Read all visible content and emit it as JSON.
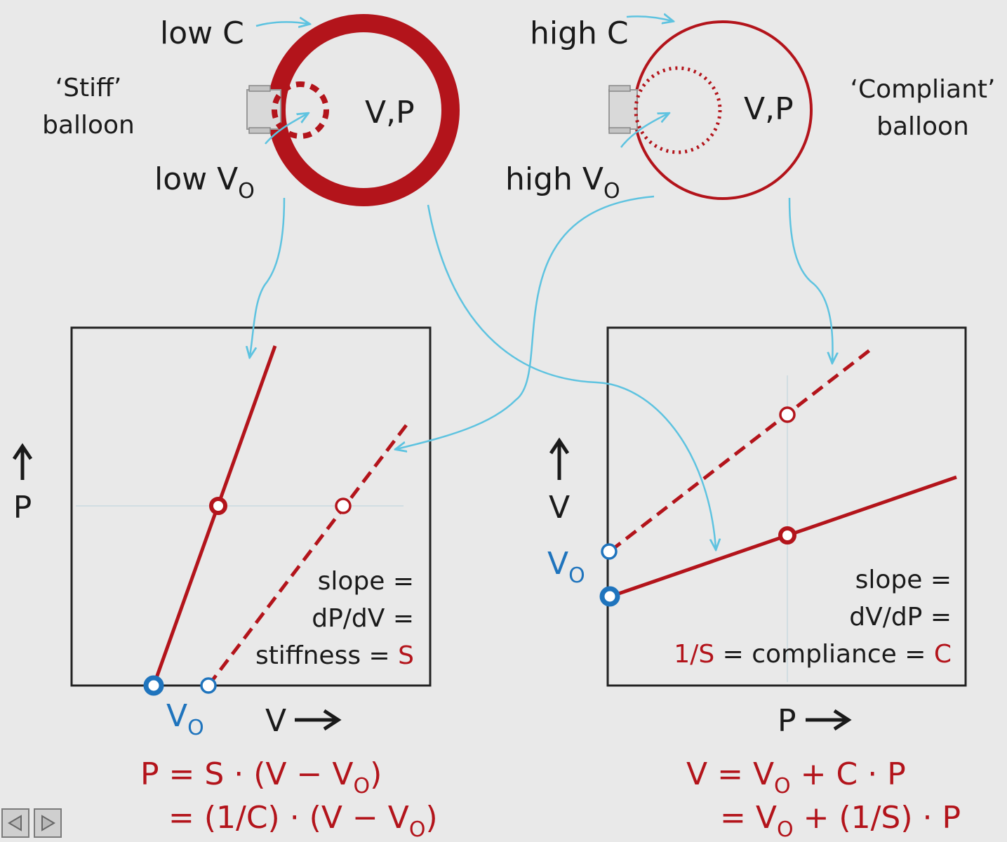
{
  "balloons": {
    "stiff": {
      "c_label": "low C",
      "desc_line1": "‘Stiff’",
      "desc_line2": "balloon",
      "vp_label": "V,P",
      "vo_prefix": "low V",
      "vo_sub": "O"
    },
    "compliant": {
      "c_label": "high C",
      "desc_line1": "‘Compliant’",
      "desc_line2": "balloon",
      "vp_label": "V,P",
      "vo_prefix": "high V",
      "vo_sub": "O"
    }
  },
  "chart_data": [
    {
      "type": "line",
      "xlabel": "V",
      "ylabel": "P",
      "origin_label": "V",
      "origin_sub": "O",
      "series": [
        {
          "style": "solid",
          "values": [
            {
              "V": 0,
              "P": 0
            },
            {
              "V": 1,
              "P": 3
            }
          ]
        },
        {
          "style": "dashed",
          "values": [
            {
              "V": 1,
              "P": 0
            },
            {
              "V": 3.7,
              "P": 3
            }
          ]
        }
      ],
      "annotation": [
        "slope =",
        "dP/dV =",
        "stiffness = "
      ],
      "annotation_symbol": "S",
      "equation_line1": "P = S · (V − V",
      "equation_line1_sub": "O",
      "equation_line1_end": ")",
      "equation_line2": "= (1/C) · (V − V",
      "equation_line2_sub": "O",
      "equation_line2_end": ")"
    },
    {
      "type": "line",
      "xlabel": "P",
      "ylabel": "V",
      "origin_label": "V",
      "origin_sub": "O",
      "series": [
        {
          "style": "solid",
          "values": [
            {
              "P": 0,
              "V": 1
            },
            {
              "P": 5,
              "V": 3
            }
          ]
        },
        {
          "style": "dashed",
          "values": [
            {
              "P": 0,
              "V": 2.5
            },
            {
              "P": 5,
              "V": 7
            }
          ]
        }
      ],
      "annotation": [
        "slope =",
        "dV/dP ="
      ],
      "annotation_symbol_a": "1/S",
      "annotation_mid": " = compliance = ",
      "annotation_symbol_b": "C",
      "equation_line1": "V = V",
      "equation_line1_sub": "O",
      "equation_line1_end": " + C · P",
      "equation_line2": "= V",
      "equation_line2_sub": "O",
      "equation_line2_end": " + (1/S) · P"
    }
  ],
  "colors": {
    "red": "#b3141b",
    "blue": "#1f74bd",
    "arrow": "#5ec3e0",
    "background": "#e9e9e9"
  },
  "nav": {
    "prev_icon": "triangle-left-icon",
    "next_icon": "triangle-right-icon"
  }
}
